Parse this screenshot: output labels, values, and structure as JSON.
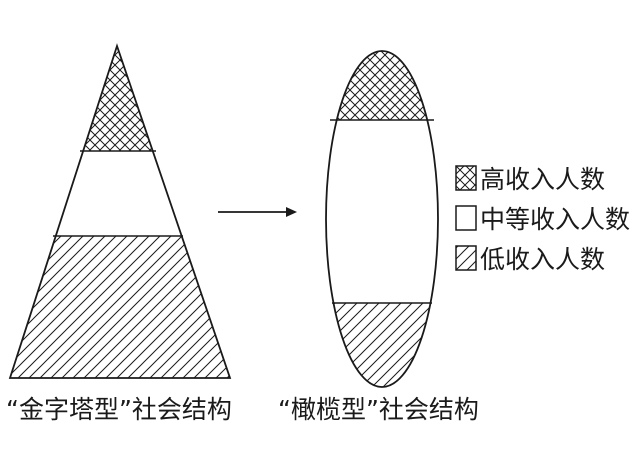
{
  "diagram": {
    "pyramid": {
      "caption": "“金字塔型”社会结构",
      "bands": {
        "top": "high",
        "middle": "middle",
        "bottom": "low"
      }
    },
    "ellipse": {
      "caption": "“橄榄型”社会结构",
      "bands": {
        "top": "high",
        "middle": "middle",
        "bottom": "low"
      }
    },
    "arrow": {
      "icon": "right-arrow-icon"
    },
    "legend": {
      "items": [
        {
          "key": "high",
          "label": "高收入人数",
          "pattern": "crosshatch"
        },
        {
          "key": "middle",
          "label": "中等收入人数",
          "pattern": "blank"
        },
        {
          "key": "low",
          "label": "低收入人数",
          "pattern": "diagonal"
        }
      ]
    },
    "colors": {
      "ink": "#1a1a1a",
      "background": "#ffffff"
    }
  }
}
